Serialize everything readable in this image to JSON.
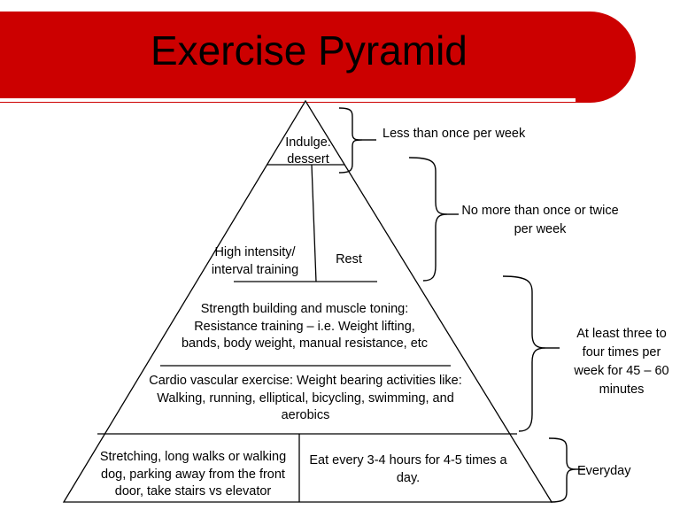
{
  "slide": {
    "title": "Exercise Pyramid",
    "accent_color": "#CC0000",
    "line_color": "#000000",
    "background_color": "#FFFFFF"
  },
  "pyramid": {
    "tiers": [
      {
        "index": 1,
        "name": "indulge",
        "cells": [
          {
            "text": "Indulge: dessert"
          }
        ]
      },
      {
        "index": 2,
        "name": "high-intensity-rest",
        "cells": [
          {
            "text": "High intensity/ interval training"
          },
          {
            "text": "Rest"
          }
        ]
      },
      {
        "index": 3,
        "name": "strength-building",
        "cells": [
          {
            "text": "Strength building and muscle toning: Resistance training – i.e.  Weight lifting, bands, body weight, manual resistance, etc"
          }
        ]
      },
      {
        "index": 4,
        "name": "cardio-vascular",
        "cells": [
          {
            "text": "Cardio vascular exercise: Weight bearing activities like: Walking, running, elliptical, bicycling, swimming, and aerobics"
          }
        ]
      },
      {
        "index": 5,
        "name": "everyday-activity",
        "cells": [
          {
            "text": "Stretching, long walks or walking dog, parking away from the front door, take stairs vs elevator"
          },
          {
            "text": "Eat every 3-4 hours for 4-5 times a day."
          }
        ]
      }
    ]
  },
  "annotations": [
    {
      "name": "less-than-once-per-week",
      "text": "Less than once per week"
    },
    {
      "name": "no-more-than-once-or-twice",
      "text": "No more than once or twice per week"
    },
    {
      "name": "three-to-four-times",
      "text": "At least three to four times per week for 45 – 60 minutes"
    },
    {
      "name": "everyday",
      "text": "Everyday"
    }
  ]
}
